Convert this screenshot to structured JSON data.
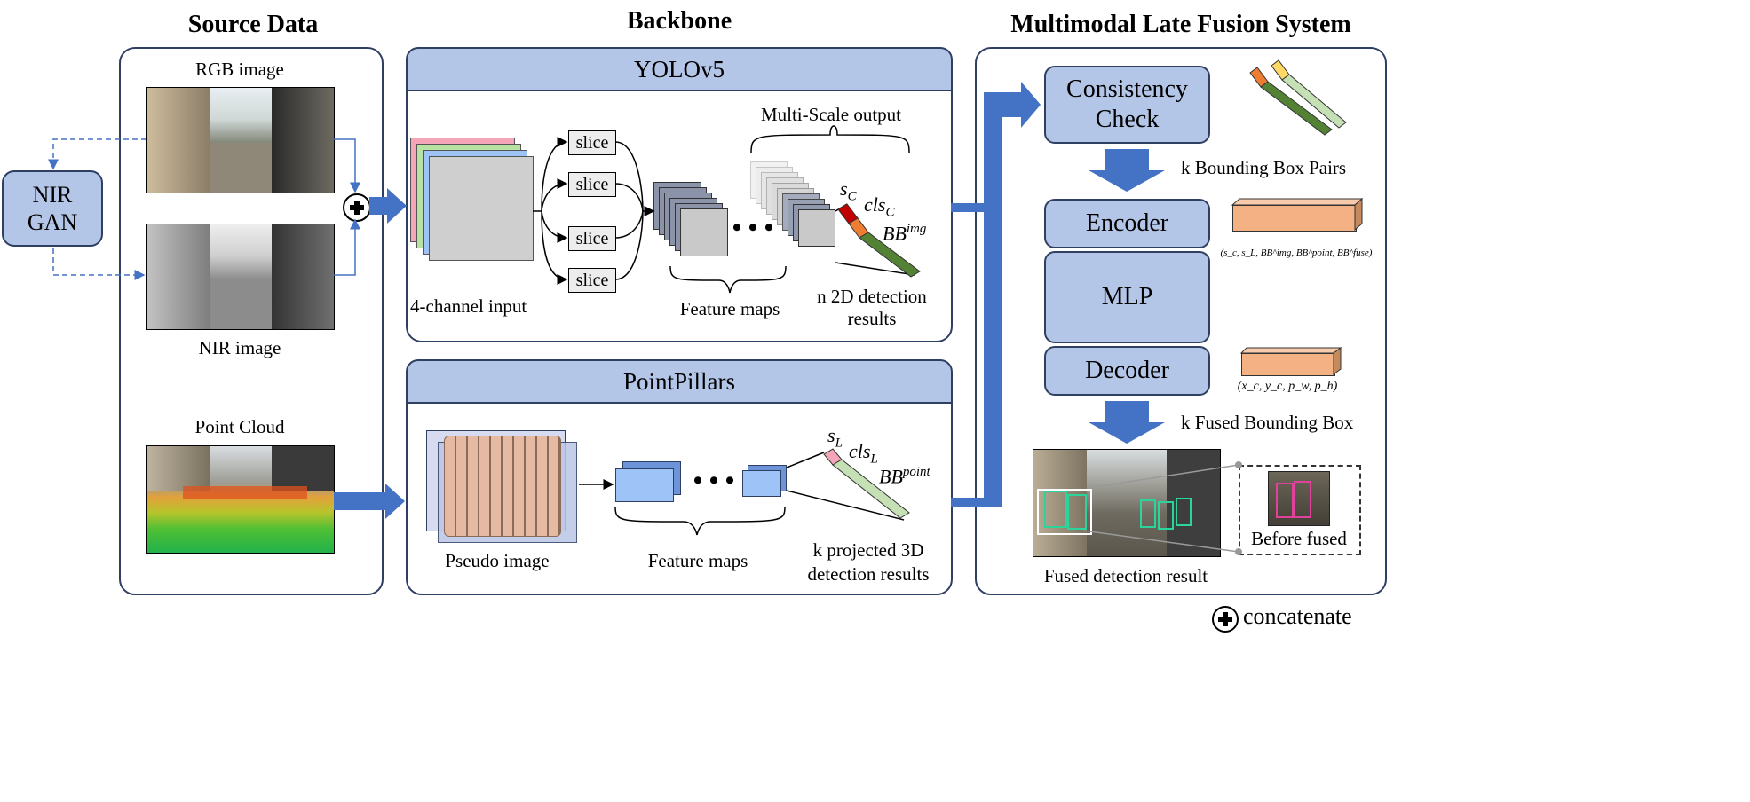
{
  "sections": {
    "source": "Source Data",
    "backbone": "Backbone",
    "fusion": "Multimodal Late Fusion System"
  },
  "source": {
    "rgb_label": "RGB image",
    "nir_label": "NIR image",
    "pc_label": "Point Cloud",
    "gan_label": "NIR GAN"
  },
  "yolo": {
    "title": "YOLOv5",
    "slice": "slice",
    "input_label": "4-channel input",
    "feature_label": "Feature maps",
    "multiscale_label": "Multi-Scale output",
    "det_label_line1": "n 2D detection",
    "det_label_line2": "results",
    "score": "s",
    "score_sub": "C",
    "cls": "cls",
    "cls_sub": "C",
    "bb": "BB",
    "bb_sup": "img"
  },
  "pointpillars": {
    "title": "PointPillars",
    "pseudo_label": "Pseudo image",
    "feature_label": "Feature maps",
    "det_label_line1": "k projected 3D",
    "det_label_line2": "detection results",
    "score": "s",
    "score_sub": "L",
    "cls": "cls",
    "cls_sub": "L",
    "bb": "BB",
    "bb_sup": "point"
  },
  "fusion": {
    "consistency_line1": "Consistency",
    "consistency_line2": "Check",
    "pairs_label": "k Bounding Box Pairs",
    "encoder": "Encoder",
    "encoder_vec": "(s_c, s_L, BB^img, BB^point, BB^fuse)",
    "mlp": "MLP",
    "decoder": "Decoder",
    "decoder_vec": "(x_c, y_c, p_w, p_h)",
    "fused_label": "k Fused Bounding Box",
    "result_label": "Fused detection result",
    "before_label": "Before fused"
  },
  "legend": {
    "symbol": "concatenate-icon",
    "label": "concatenate"
  },
  "colors": {
    "band": "#b4c6e7",
    "border": "#2f3f63",
    "arrow": "#4472c4",
    "dashed": "#4472c4",
    "vec_orange": "#f4b183",
    "pillar": "#e6b9a3",
    "feature_blue": "#9dc3f7",
    "gray_map": "#c9c9c9"
  }
}
